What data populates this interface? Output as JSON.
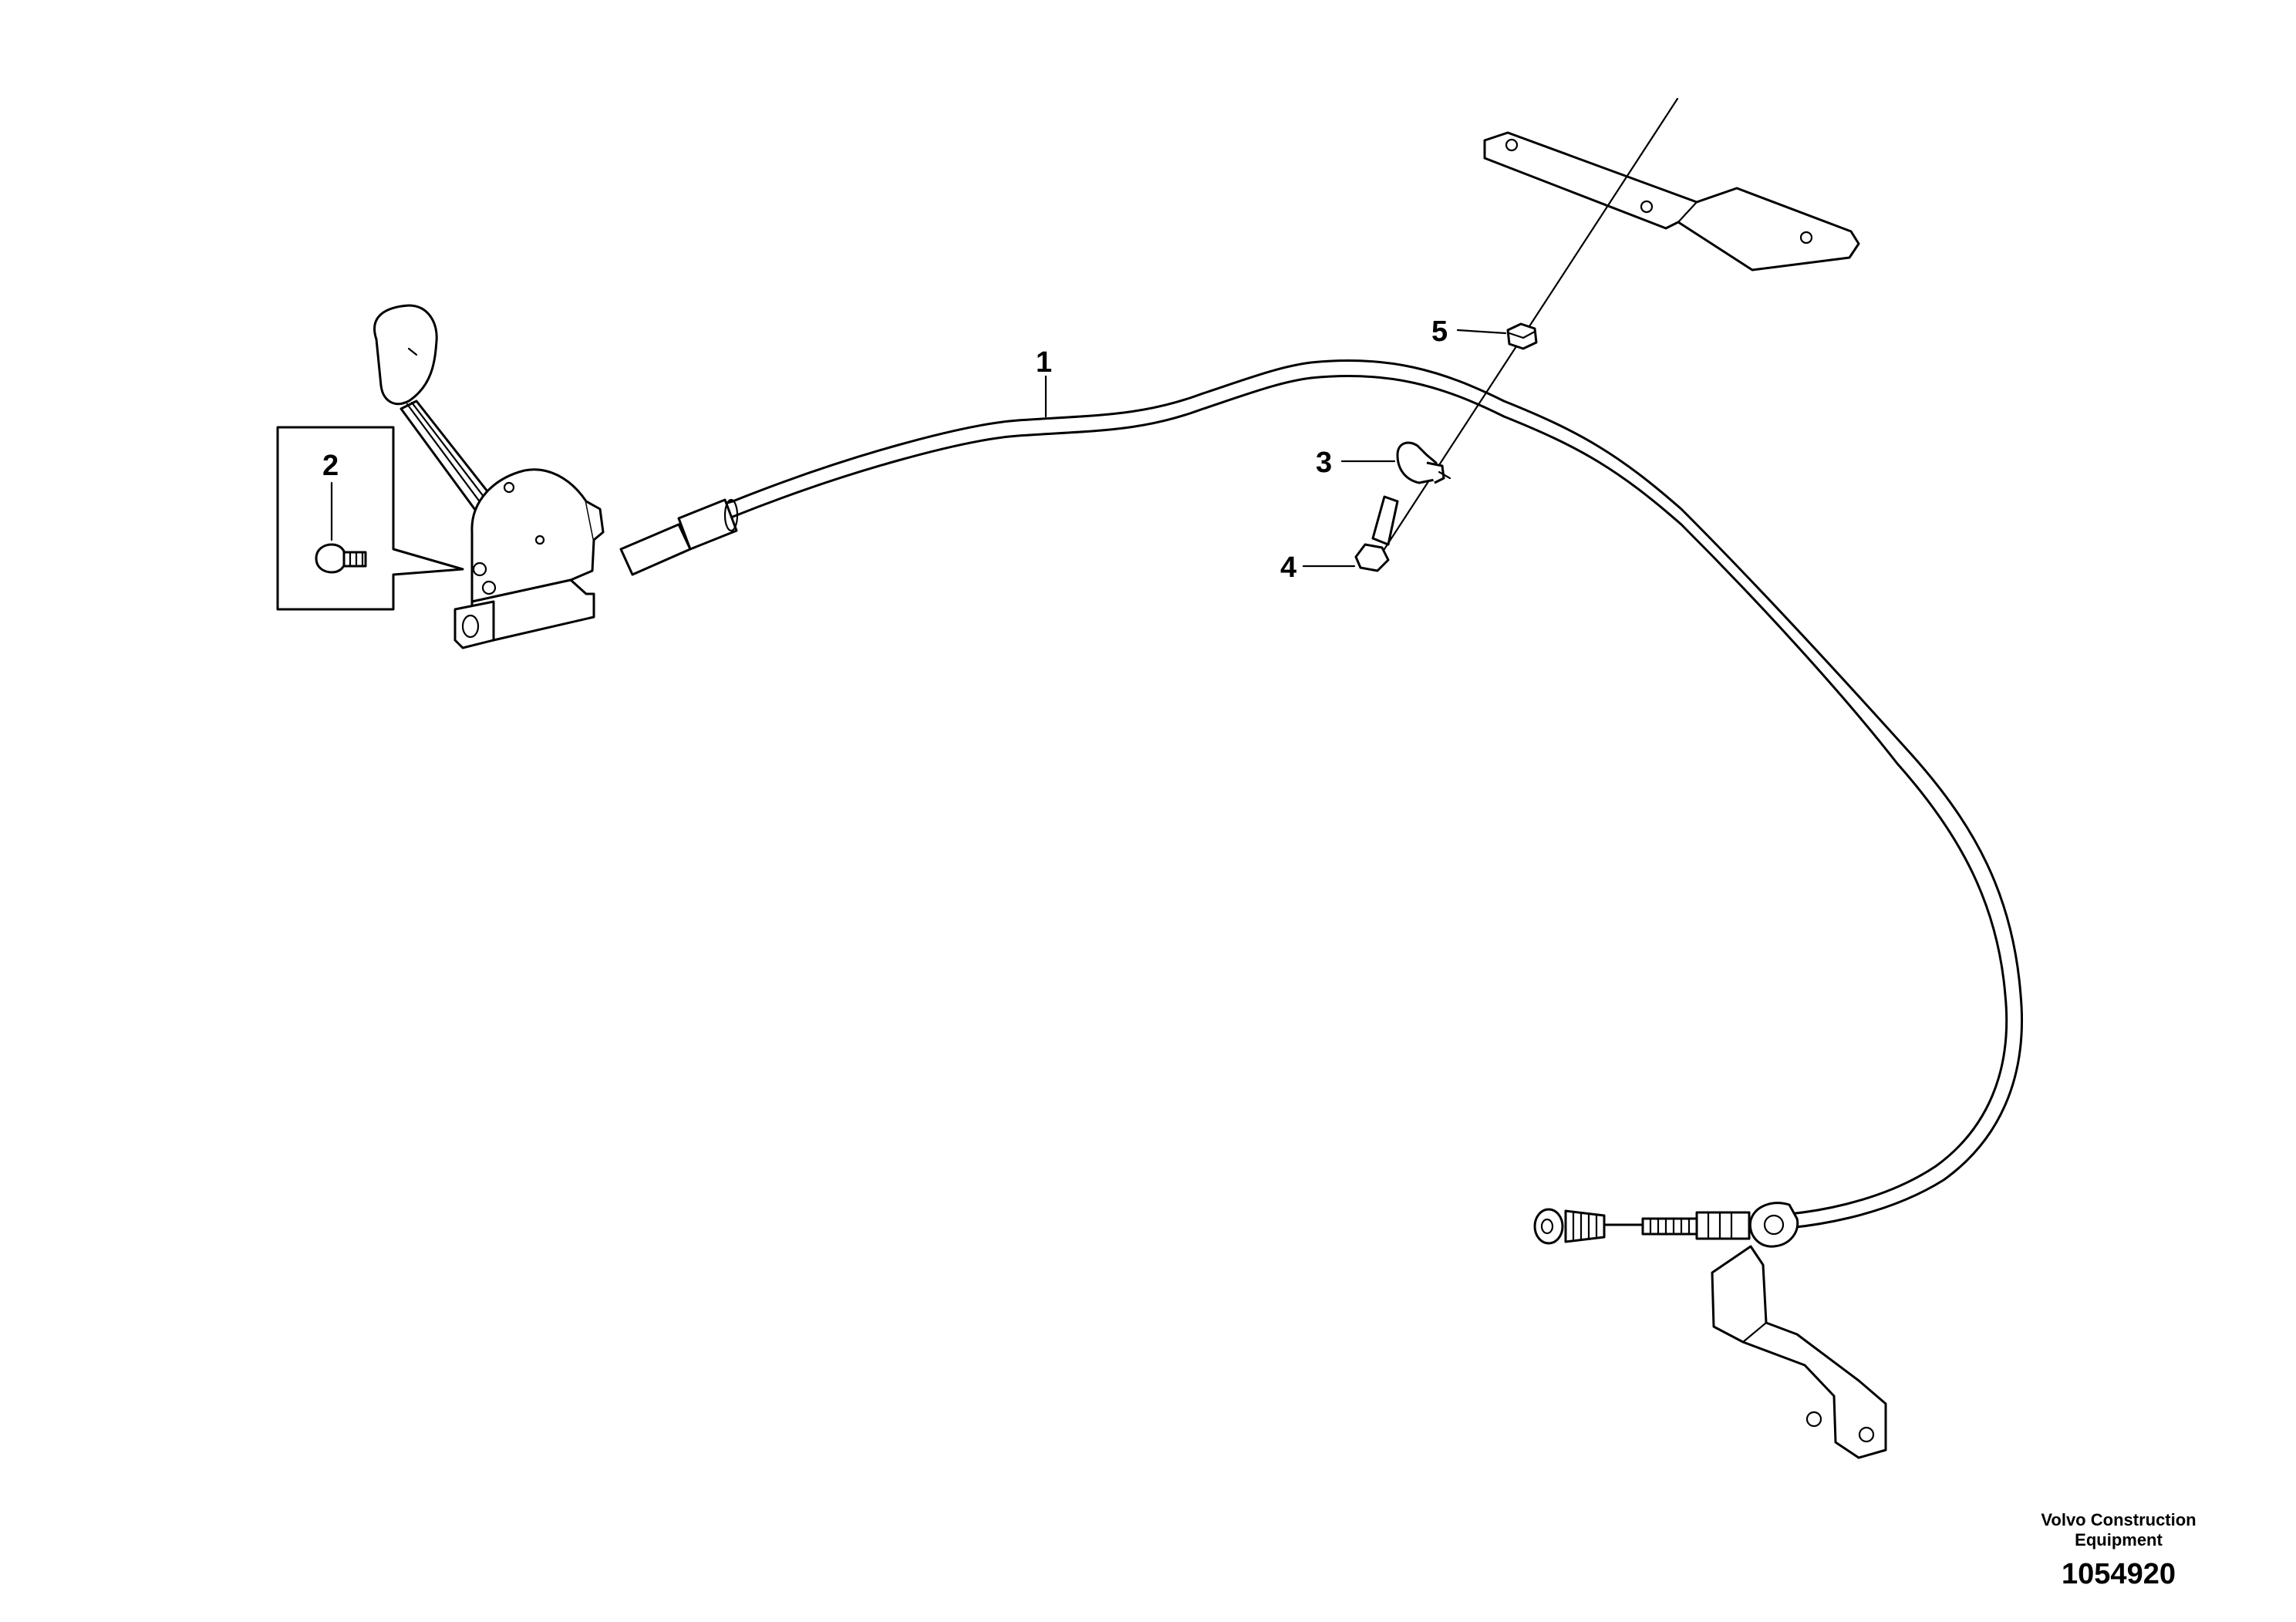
{
  "callouts": [
    {
      "id": "1",
      "label": "1"
    },
    {
      "id": "2",
      "label": "2"
    },
    {
      "id": "3",
      "label": "3"
    },
    {
      "id": "4",
      "label": "4"
    },
    {
      "id": "5",
      "label": "5"
    }
  ],
  "footer": {
    "brand_line1": "Volvo Construction",
    "brand_line2": "Equipment",
    "reference": "1054920"
  }
}
